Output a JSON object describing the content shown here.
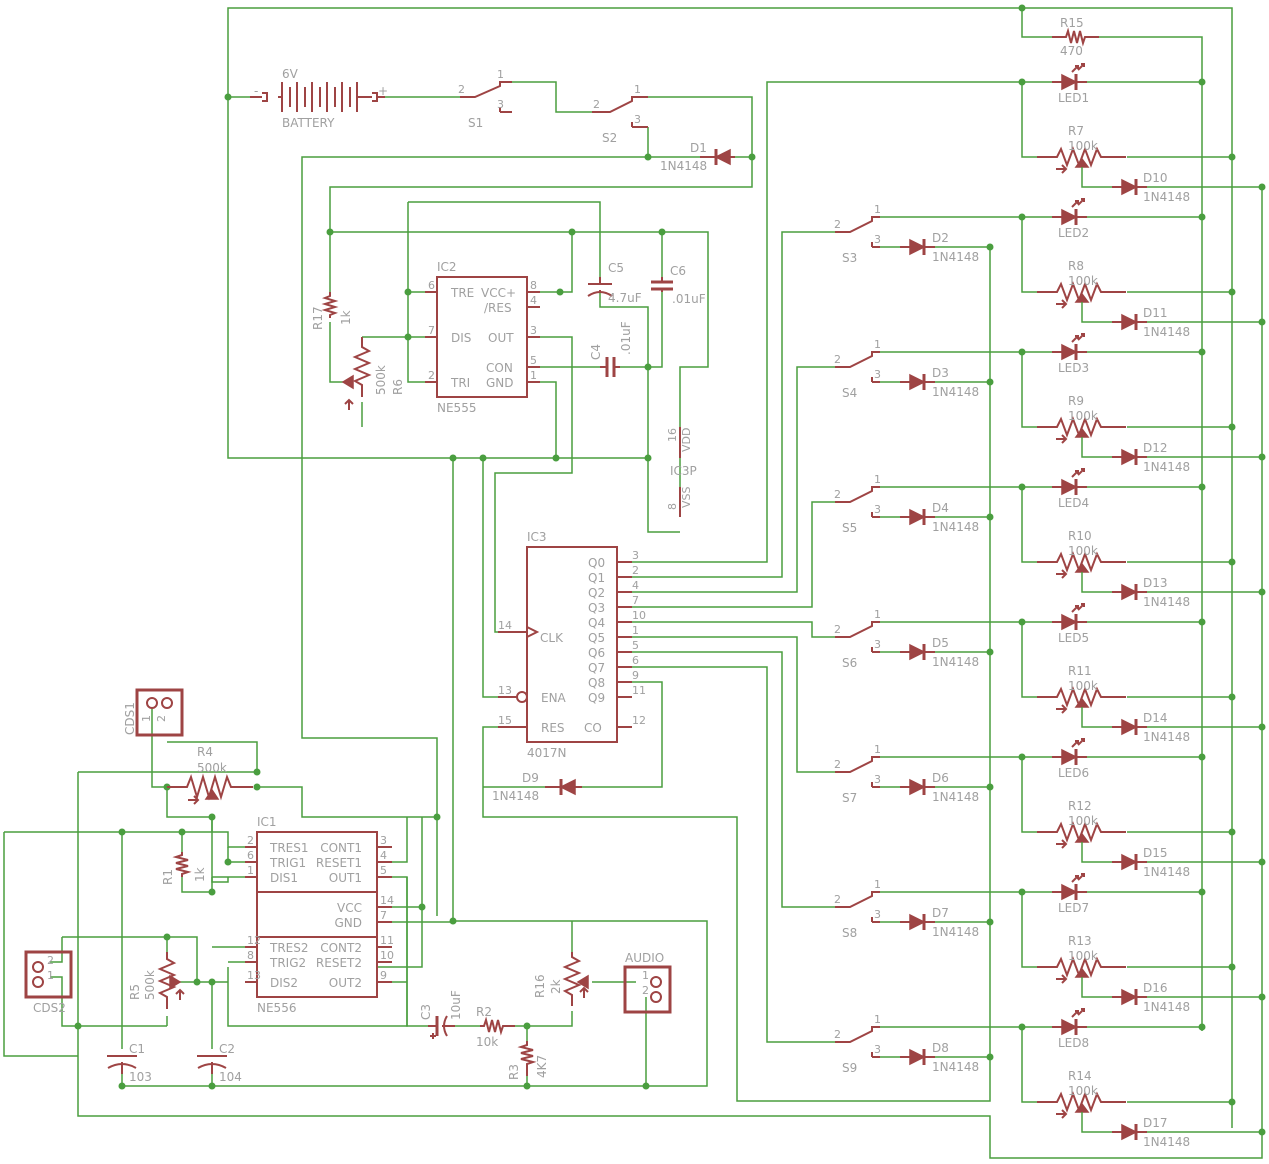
{
  "battery": {
    "name": "BATTERY",
    "value": "6V",
    "minus": "-",
    "plus": "+"
  },
  "switches": [
    {
      "name": "S1",
      "pins": [
        "1",
        "2",
        "3"
      ]
    },
    {
      "name": "S2",
      "pins": [
        "1",
        "2",
        "3"
      ]
    },
    {
      "name": "S3"
    },
    {
      "name": "S4"
    },
    {
      "name": "S5"
    },
    {
      "name": "S6"
    },
    {
      "name": "S7"
    },
    {
      "name": "S8"
    },
    {
      "name": "S9"
    }
  ],
  "switch_pin_labels": [
    "1",
    "2",
    "3"
  ],
  "d1": {
    "name": "D1",
    "value": "1N4148"
  },
  "ic2": {
    "name": "IC2",
    "part": "NE555",
    "pins_left": [
      {
        "num": "6",
        "label": "TRE"
      },
      {
        "num": "7",
        "label": "DIS"
      },
      {
        "num": "2",
        "label": "TRI"
      }
    ],
    "pins_right": [
      {
        "num": "8",
        "label": "VCC+"
      },
      {
        "num": "4",
        "label": "/RES"
      },
      {
        "num": "3",
        "label": "OUT"
      },
      {
        "num": "5",
        "label": "CON"
      },
      {
        "num": "1",
        "label": "GND"
      }
    ]
  },
  "r17": {
    "name": "R17",
    "value": "1k"
  },
  "r6": {
    "name": "R6",
    "value": "500k"
  },
  "c4": {
    "name": "C4",
    "value": ".01uF"
  },
  "c5": {
    "name": "C5",
    "value": "4.7uF"
  },
  "c6": {
    "name": "C6",
    "value": ".01uF"
  },
  "ic3p": {
    "name": "IC3P",
    "vdd": "VDD",
    "vss": "VSS",
    "vdd_pin": "16",
    "vss_pin": "8"
  },
  "ic3": {
    "name": "IC3",
    "part": "4017N",
    "outputs": [
      {
        "label": "Q0",
        "pin": "3"
      },
      {
        "label": "Q1",
        "pin": "2"
      },
      {
        "label": "Q2",
        "pin": "4"
      },
      {
        "label": "Q3",
        "pin": "7"
      },
      {
        "label": "Q4",
        "pin": "10"
      },
      {
        "label": "Q5",
        "pin": "1"
      },
      {
        "label": "Q6",
        "pin": "5"
      },
      {
        "label": "Q7",
        "pin": "6"
      },
      {
        "label": "Q8",
        "pin": "9"
      },
      {
        "label": "Q9",
        "pin": "11"
      }
    ],
    "co": {
      "label": "CO",
      "pin": "12"
    },
    "clk": {
      "label": "CLK",
      "pin": "14"
    },
    "ena": {
      "label": "ENA",
      "pin": "13"
    },
    "res": {
      "label": "RES",
      "pin": "15"
    }
  },
  "d9": {
    "name": "D9",
    "value": "1N4148"
  },
  "cds1": {
    "name": "CDS1",
    "pin1": "1",
    "pin2": "2"
  },
  "cds2": {
    "name": "CDS2",
    "pin1": "1",
    "pin2": "2"
  },
  "r4": {
    "name": "R4",
    "value": "500k"
  },
  "r1": {
    "name": "R1",
    "value": "1k"
  },
  "r5": {
    "name": "R5",
    "value": "500k"
  },
  "c1": {
    "name": "C1",
    "value": "103"
  },
  "c2": {
    "name": "C2",
    "value": "104"
  },
  "ic1": {
    "name": "IC1",
    "part": "NE556",
    "top_left": [
      {
        "num": "2",
        "label": "TRES1"
      },
      {
        "num": "6",
        "label": "TRIG1"
      },
      {
        "num": "1",
        "label": "DIS1"
      }
    ],
    "top_right": [
      {
        "num": "3",
        "label": "CONT1"
      },
      {
        "num": "4",
        "label": "RESET1"
      },
      {
        "num": "5",
        "label": "OUT1"
      }
    ],
    "power": [
      {
        "num": "14",
        "label": "VCC"
      },
      {
        "num": "7",
        "label": "GND"
      }
    ],
    "bot_left": [
      {
        "num": "12",
        "label": "TRES2"
      },
      {
        "num": "8",
        "label": "TRIG2"
      },
      {
        "num": "13",
        "label": "DIS2"
      }
    ],
    "bot_right": [
      {
        "num": "11",
        "label": "CONT2"
      },
      {
        "num": "10",
        "label": "RESET2"
      },
      {
        "num": "9",
        "label": "OUT2"
      }
    ]
  },
  "c3": {
    "name": "C3",
    "value": "10uF"
  },
  "r2": {
    "name": "R2",
    "value": "10k"
  },
  "r3": {
    "name": "R3",
    "value": "4K7"
  },
  "r16": {
    "name": "R16",
    "value": "2k"
  },
  "audio": {
    "name": "AUDIO",
    "pin1": "1",
    "pin2": "2"
  },
  "r15": {
    "name": "R15",
    "value": "470"
  },
  "leds": [
    "LED1",
    "LED2",
    "LED3",
    "LED4",
    "LED5",
    "LED6",
    "LED7",
    "LED8"
  ],
  "trimmers": [
    {
      "name": "R7",
      "value": "100k"
    },
    {
      "name": "R8",
      "value": "100k"
    },
    {
      "name": "R9",
      "value": "100k"
    },
    {
      "name": "R10",
      "value": "100k"
    },
    {
      "name": "R11",
      "value": "100k"
    },
    {
      "name": "R12",
      "value": "100k"
    },
    {
      "name": "R13",
      "value": "100k"
    },
    {
      "name": "R14",
      "value": "100k"
    }
  ],
  "switch_diodes": [
    {
      "name": "D2",
      "value": "1N4148"
    },
    {
      "name": "D3",
      "value": "1N4148"
    },
    {
      "name": "D4",
      "value": "1N4148"
    },
    {
      "name": "D5",
      "value": "1N4148"
    },
    {
      "name": "D6",
      "value": "1N4148"
    },
    {
      "name": "D7",
      "value": "1N4148"
    },
    {
      "name": "D8",
      "value": "1N4148"
    }
  ],
  "wiper_diodes": [
    {
      "name": "D10",
      "value": "1N4148"
    },
    {
      "name": "D11",
      "value": "1N4148"
    },
    {
      "name": "D12",
      "value": "1N4148"
    },
    {
      "name": "D13",
      "value": "1N4148"
    },
    {
      "name": "D14",
      "value": "1N4148"
    },
    {
      "name": "D15",
      "value": "1N4148"
    },
    {
      "name": "D16",
      "value": "1N4148"
    },
    {
      "name": "D17",
      "value": "1N4148"
    }
  ]
}
